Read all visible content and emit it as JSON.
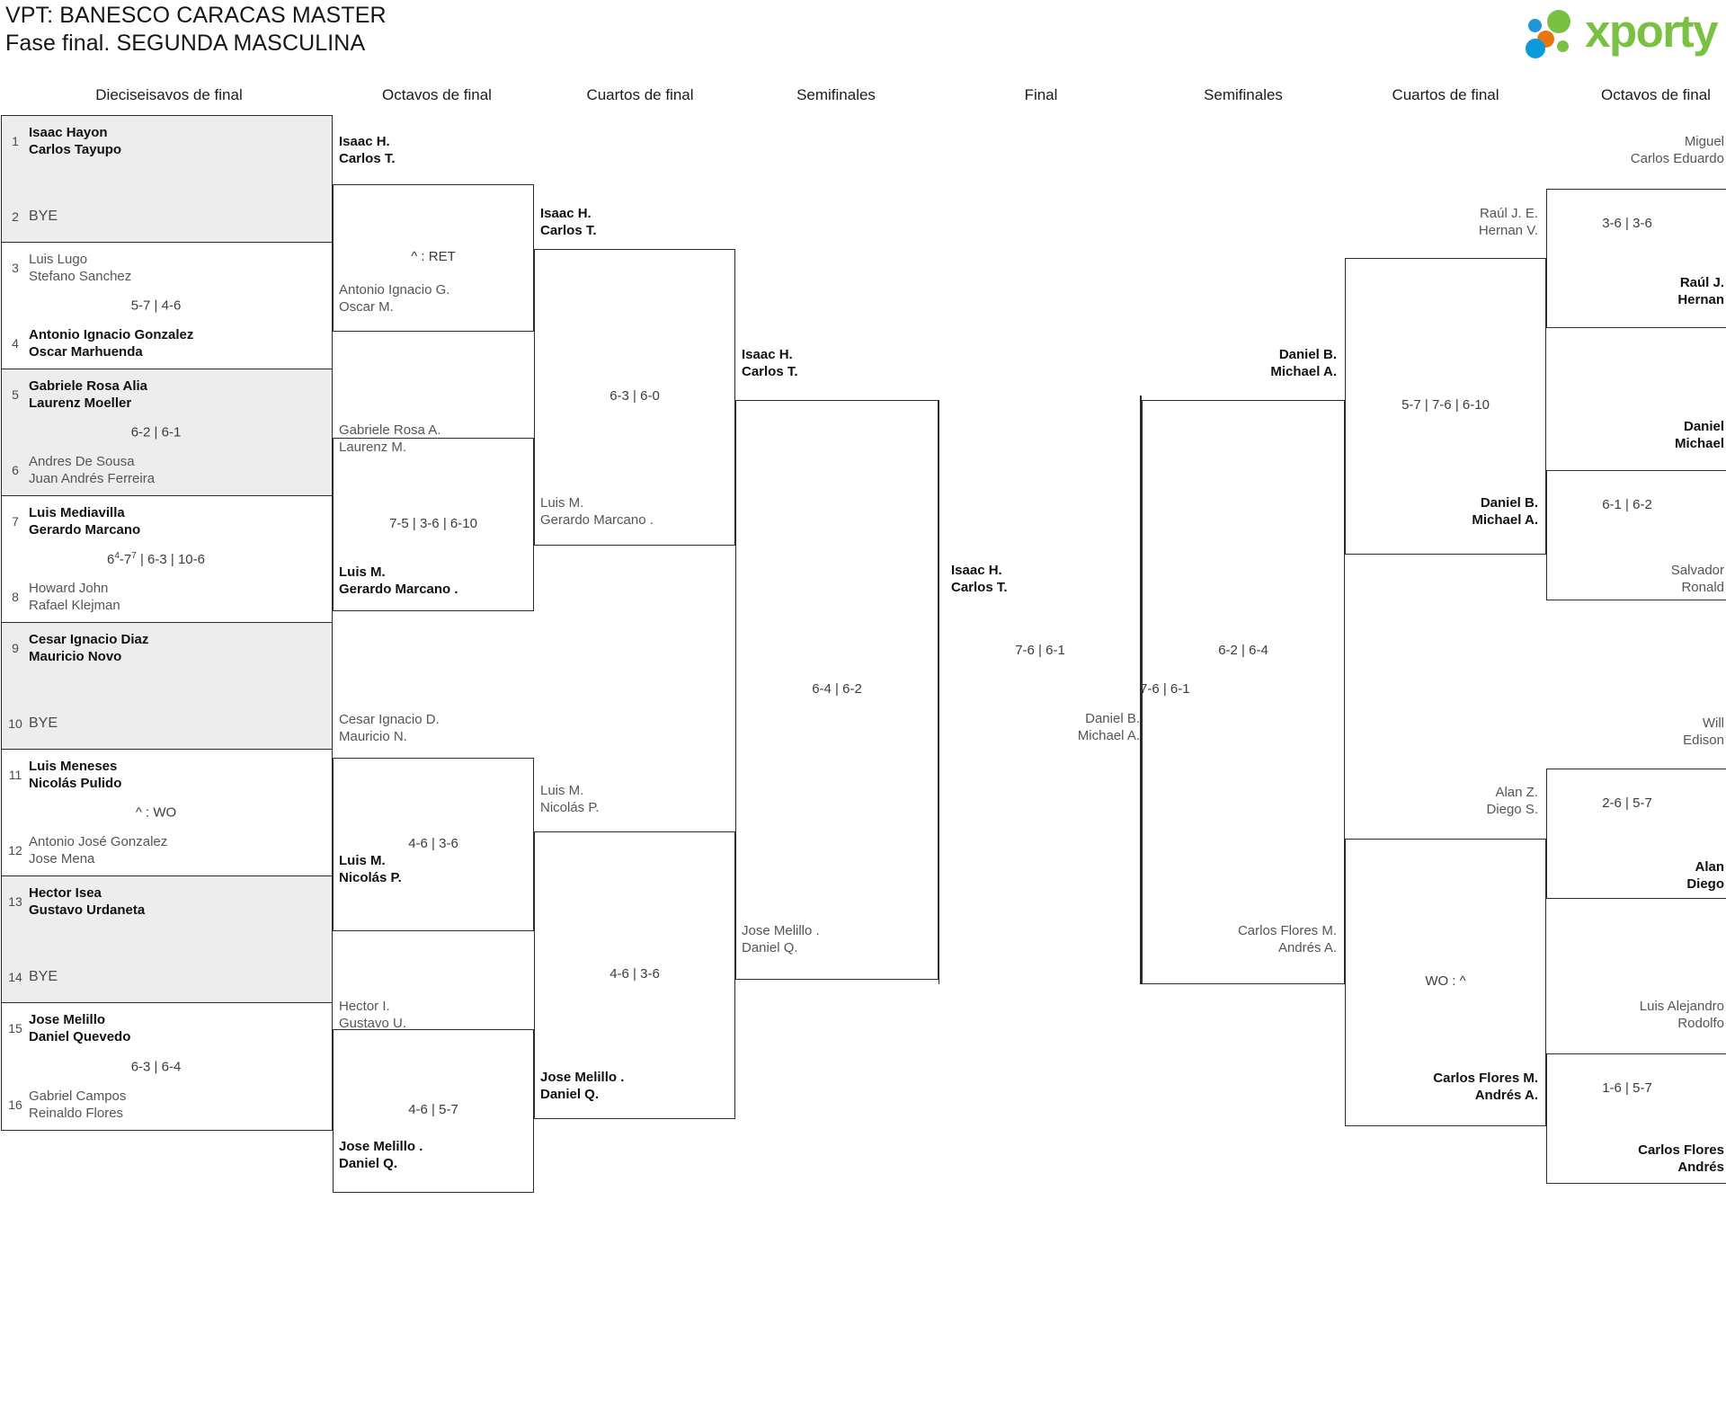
{
  "header": {
    "title_line1": "VPT: BANESCO CARACAS MASTER",
    "title_line2": "Fase final. SEGUNDA MASCULINA",
    "logo_text": "xporty"
  },
  "columns": [
    {
      "label": "Dieciseisavos de final"
    },
    {
      "label": "Octavos de final"
    },
    {
      "label": "Cuartos de final"
    },
    {
      "label": "Semifinales"
    },
    {
      "label": "Final"
    },
    {
      "label": "Semifinales"
    },
    {
      "label": "Cuartos de final"
    },
    {
      "label": "Octavos de final"
    }
  ],
  "left_r32": [
    {
      "seed_top": "1",
      "top_l1": "Isaac Hayon",
      "top_l2": "Carlos Tayupo",
      "top_win": true,
      "seed_bot": "2",
      "bye": true,
      "bot_bye_label": "BYE",
      "score": ""
    },
    {
      "seed_top": "3",
      "top_l1": "Luis Lugo",
      "top_l2": "Stefano Sanchez",
      "top_win": false,
      "seed_bot": "4",
      "bot_l1": "Antonio Ignacio Gonzalez",
      "bot_l2": "Oscar Marhuenda",
      "bot_win": true,
      "score": "5-7 | 4-6"
    },
    {
      "seed_top": "5",
      "top_l1": "Gabriele Rosa Alia",
      "top_l2": "Laurenz Moeller",
      "top_win": true,
      "seed_bot": "6",
      "bot_l1": "Andres De Sousa",
      "bot_l2": "Juan Andrés Ferreira",
      "bot_win": false,
      "score": "6-2 | 6-1"
    },
    {
      "seed_top": "7",
      "top_l1": "Luis Mediavilla",
      "top_l2": "Gerardo Marcano",
      "top_win": true,
      "seed_bot": "8",
      "bot_l1": "Howard John",
      "bot_l2": "Rafael Klejman",
      "bot_win": false,
      "score_html": "6<sup>4</sup>-7<sup>7</sup> | 6-3 | 10-6"
    },
    {
      "seed_top": "9",
      "top_l1": "Cesar Ignacio Diaz",
      "top_l2": "Mauricio Novo",
      "top_win": true,
      "seed_bot": "10",
      "bye": true,
      "bot_bye_label": "BYE",
      "score": ""
    },
    {
      "seed_top": "11",
      "top_l1": "Luis Meneses",
      "top_l2": "Nicolás Pulido",
      "top_win": true,
      "seed_bot": "12",
      "bot_l1": "Antonio José Gonzalez",
      "bot_l2": "Jose Mena",
      "bot_win": false,
      "score": "^ : WO"
    },
    {
      "seed_top": "13",
      "top_l1": "Hector Isea",
      "top_l2": "Gustavo Urdaneta",
      "top_win": true,
      "seed_bot": "14",
      "bye": true,
      "bot_bye_label": "BYE",
      "score": ""
    },
    {
      "seed_top": "15",
      "top_l1": "Jose Melillo",
      "top_l2": "Daniel Quevedo",
      "top_win": true,
      "seed_bot": "16",
      "bot_l1": "Gabriel Campos",
      "bot_l2": "Reinaldo Flores",
      "bot_win": false,
      "score": "6-3 | 6-4"
    }
  ],
  "left_r16": [
    {
      "top_l1": "Isaac H.",
      "top_l2": "Carlos T.",
      "top_win": true,
      "bot_l1": "Antonio Ignacio G.",
      "bot_l2": "Oscar M.",
      "bot_win": false,
      "score": "^ : RET"
    },
    {
      "top_l1": "Gabriele Rosa A.",
      "top_l2": "Laurenz M.",
      "top_win": false,
      "bot_l1": "Luis M.",
      "bot_l2": "Gerardo Marcano .",
      "bot_win": true,
      "score": "7-5 | 3-6 | 6-10"
    },
    {
      "top_l1": "Cesar Ignacio D.",
      "top_l2": "Mauricio N.",
      "top_win": false,
      "bot_l1": "Luis M.",
      "bot_l2": "Nicolás P.",
      "bot_win": true,
      "score": "4-6 | 3-6"
    },
    {
      "top_l1": "Hector I.",
      "top_l2": "Gustavo U.",
      "top_win": false,
      "bot_l1": "Jose Melillo .",
      "bot_l2": "Daniel Q.",
      "bot_win": true,
      "score": "4-6 | 5-7"
    }
  ],
  "left_qf": [
    {
      "top_l1": "Isaac H.",
      "top_l2": "Carlos T.",
      "top_win": true,
      "bot_l1": "Luis M.",
      "bot_l2": "Gerardo Marcano .",
      "bot_win": false,
      "score": "6-3 | 6-0"
    },
    {
      "top_l1": "Luis M.",
      "top_l2": "Nicolás P.",
      "top_win": false,
      "bot_l1": "Jose Melillo .",
      "bot_l2": "Daniel Q.",
      "bot_win": true,
      "score": "4-6 | 3-6"
    }
  ],
  "left_sf": [
    {
      "top_l1": "Isaac H.",
      "top_l2": "Carlos T.",
      "top_win": true,
      "bot_l1": "Jose Melillo .",
      "bot_l2": "Daniel Q.",
      "bot_win": false,
      "score": "6-4 | 6-2"
    }
  ],
  "final": {
    "top_l1": "Isaac H.",
    "top_l2": "Carlos T.",
    "top_win": true,
    "bot_l1": "Daniel B.",
    "bot_l2": "Michael A.",
    "bot_win": false,
    "score": "7-6 | 6-1"
  },
  "right_sf": [
    {
      "top_l1": "Daniel B.",
      "top_l2": "Michael A.",
      "top_win": true,
      "bot_l1": "Carlos Flores M.",
      "bot_l2": "Andrés A.",
      "bot_win": false,
      "score": "6-2 | 6-4"
    }
  ],
  "right_qf": [
    {
      "top_l1": "Raúl J. E.",
      "top_l2": "Hernan V.",
      "top_win": false,
      "bot_l1": "Daniel B.",
      "bot_l2": "Michael A.",
      "bot_win": true,
      "score": "5-7 | 7-6 | 6-10"
    },
    {
      "top_l1": "Alan Z.",
      "top_l2": "Diego S.",
      "top_win": false,
      "bot_l1": "Carlos Flores M.",
      "bot_l2": "Andrés A.",
      "bot_win": true,
      "score": "WO : ^"
    }
  ],
  "right_r16": [
    {
      "top_l1": "Miguel",
      "top_l2": "Carlos Eduardo",
      "top_win": false,
      "bot_l1": "Raúl J.",
      "bot_l2": "Hernan",
      "bot_win": true,
      "score": "3-6 | 3-6"
    },
    {
      "top_l1": "Daniel",
      "top_l2": "Michael",
      "top_win": true,
      "bot_l1": "Salvador",
      "bot_l2": "Ronald",
      "bot_win": false,
      "score": "6-1 | 6-2"
    },
    {
      "top_l1": "Will",
      "top_l2": "Edison",
      "top_win": false,
      "bot_l1": "Alan",
      "bot_l2": "Diego",
      "bot_win": true,
      "score": "2-6 | 5-7"
    },
    {
      "top_l1": "Luis Alejandro",
      "top_l2": "Rodolfo",
      "top_win": false,
      "bot_l1": "Carlos Flores",
      "bot_l2": "Andrés",
      "bot_win": true,
      "score": "1-6 | 5-7"
    }
  ]
}
